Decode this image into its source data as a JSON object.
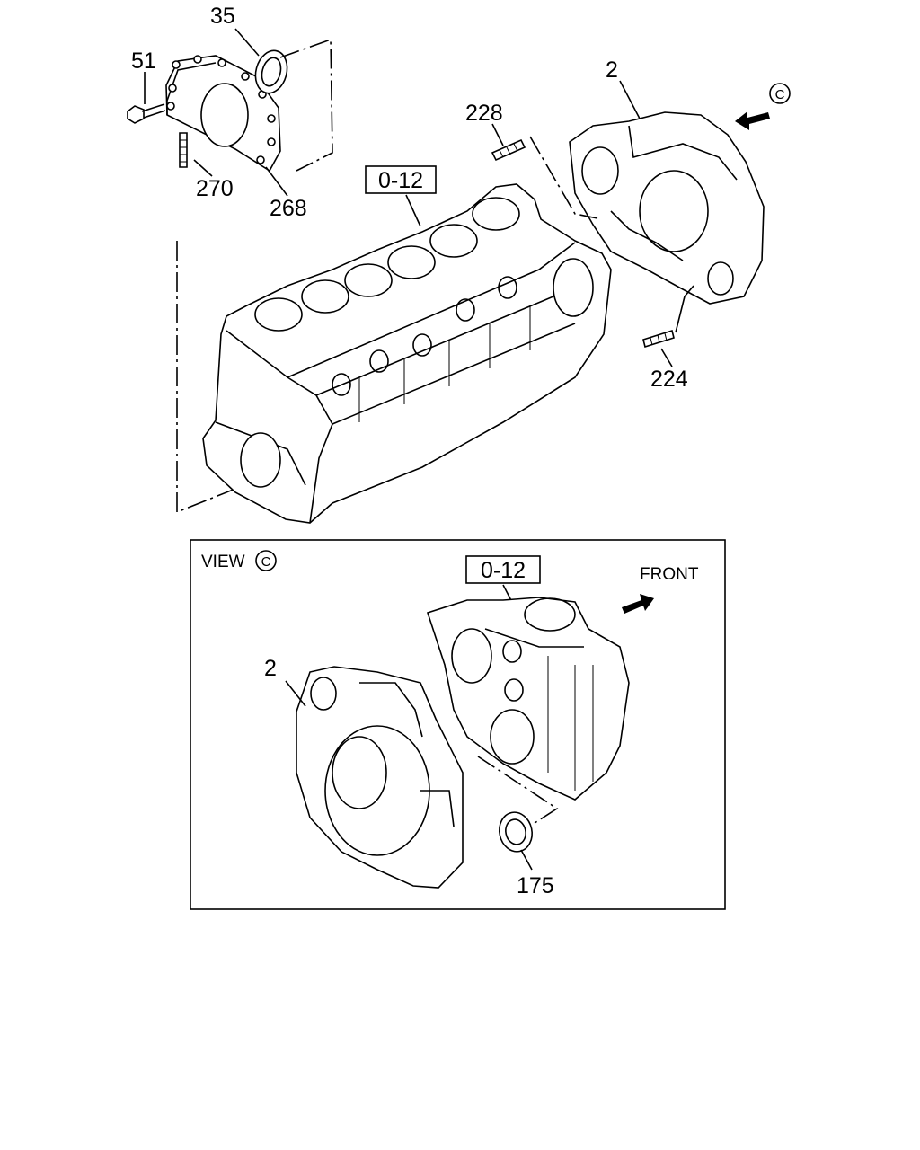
{
  "callouts": {
    "c35": "35",
    "c51": "51",
    "c270": "270",
    "c268": "268",
    "c228": "228",
    "c2_top": "2",
    "c224": "224",
    "c2_view": "2",
    "c175": "175"
  },
  "refs": {
    "top": "0-12",
    "view": "0-12"
  },
  "view_marker": {
    "circle_letter": "C"
  },
  "inset": {
    "title": "VIEW",
    "title_letter": "C",
    "front_label": "FRONT"
  }
}
